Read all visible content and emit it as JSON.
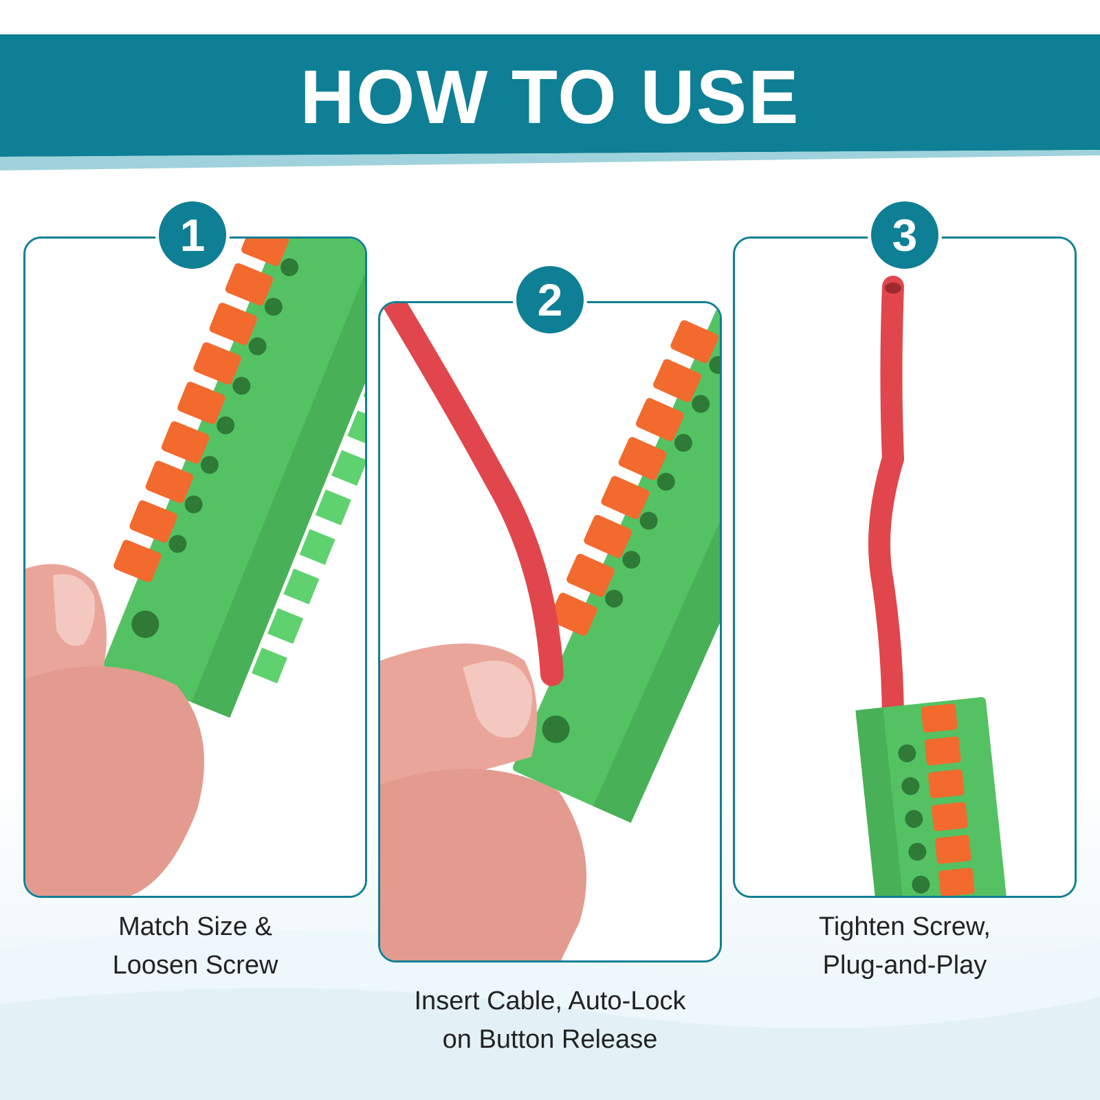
{
  "banner": {
    "title": "HOW TO USE"
  },
  "steps": [
    {
      "number": "1",
      "caption": "Match Size &\nLoosen Screw"
    },
    {
      "number": "2",
      "caption": "Insert Cable, Auto-Lock\non Button Release"
    },
    {
      "number": "3",
      "caption": "Tighten Screw,\nPlug-and-Play"
    }
  ],
  "colors": {
    "banner": "#0e7f94",
    "banner_light": "#9fd2dc",
    "connector_green": "#54c263",
    "button_orange": "#f26a2e",
    "cable_red": "#e0464c",
    "skin": "#eaa59a"
  }
}
